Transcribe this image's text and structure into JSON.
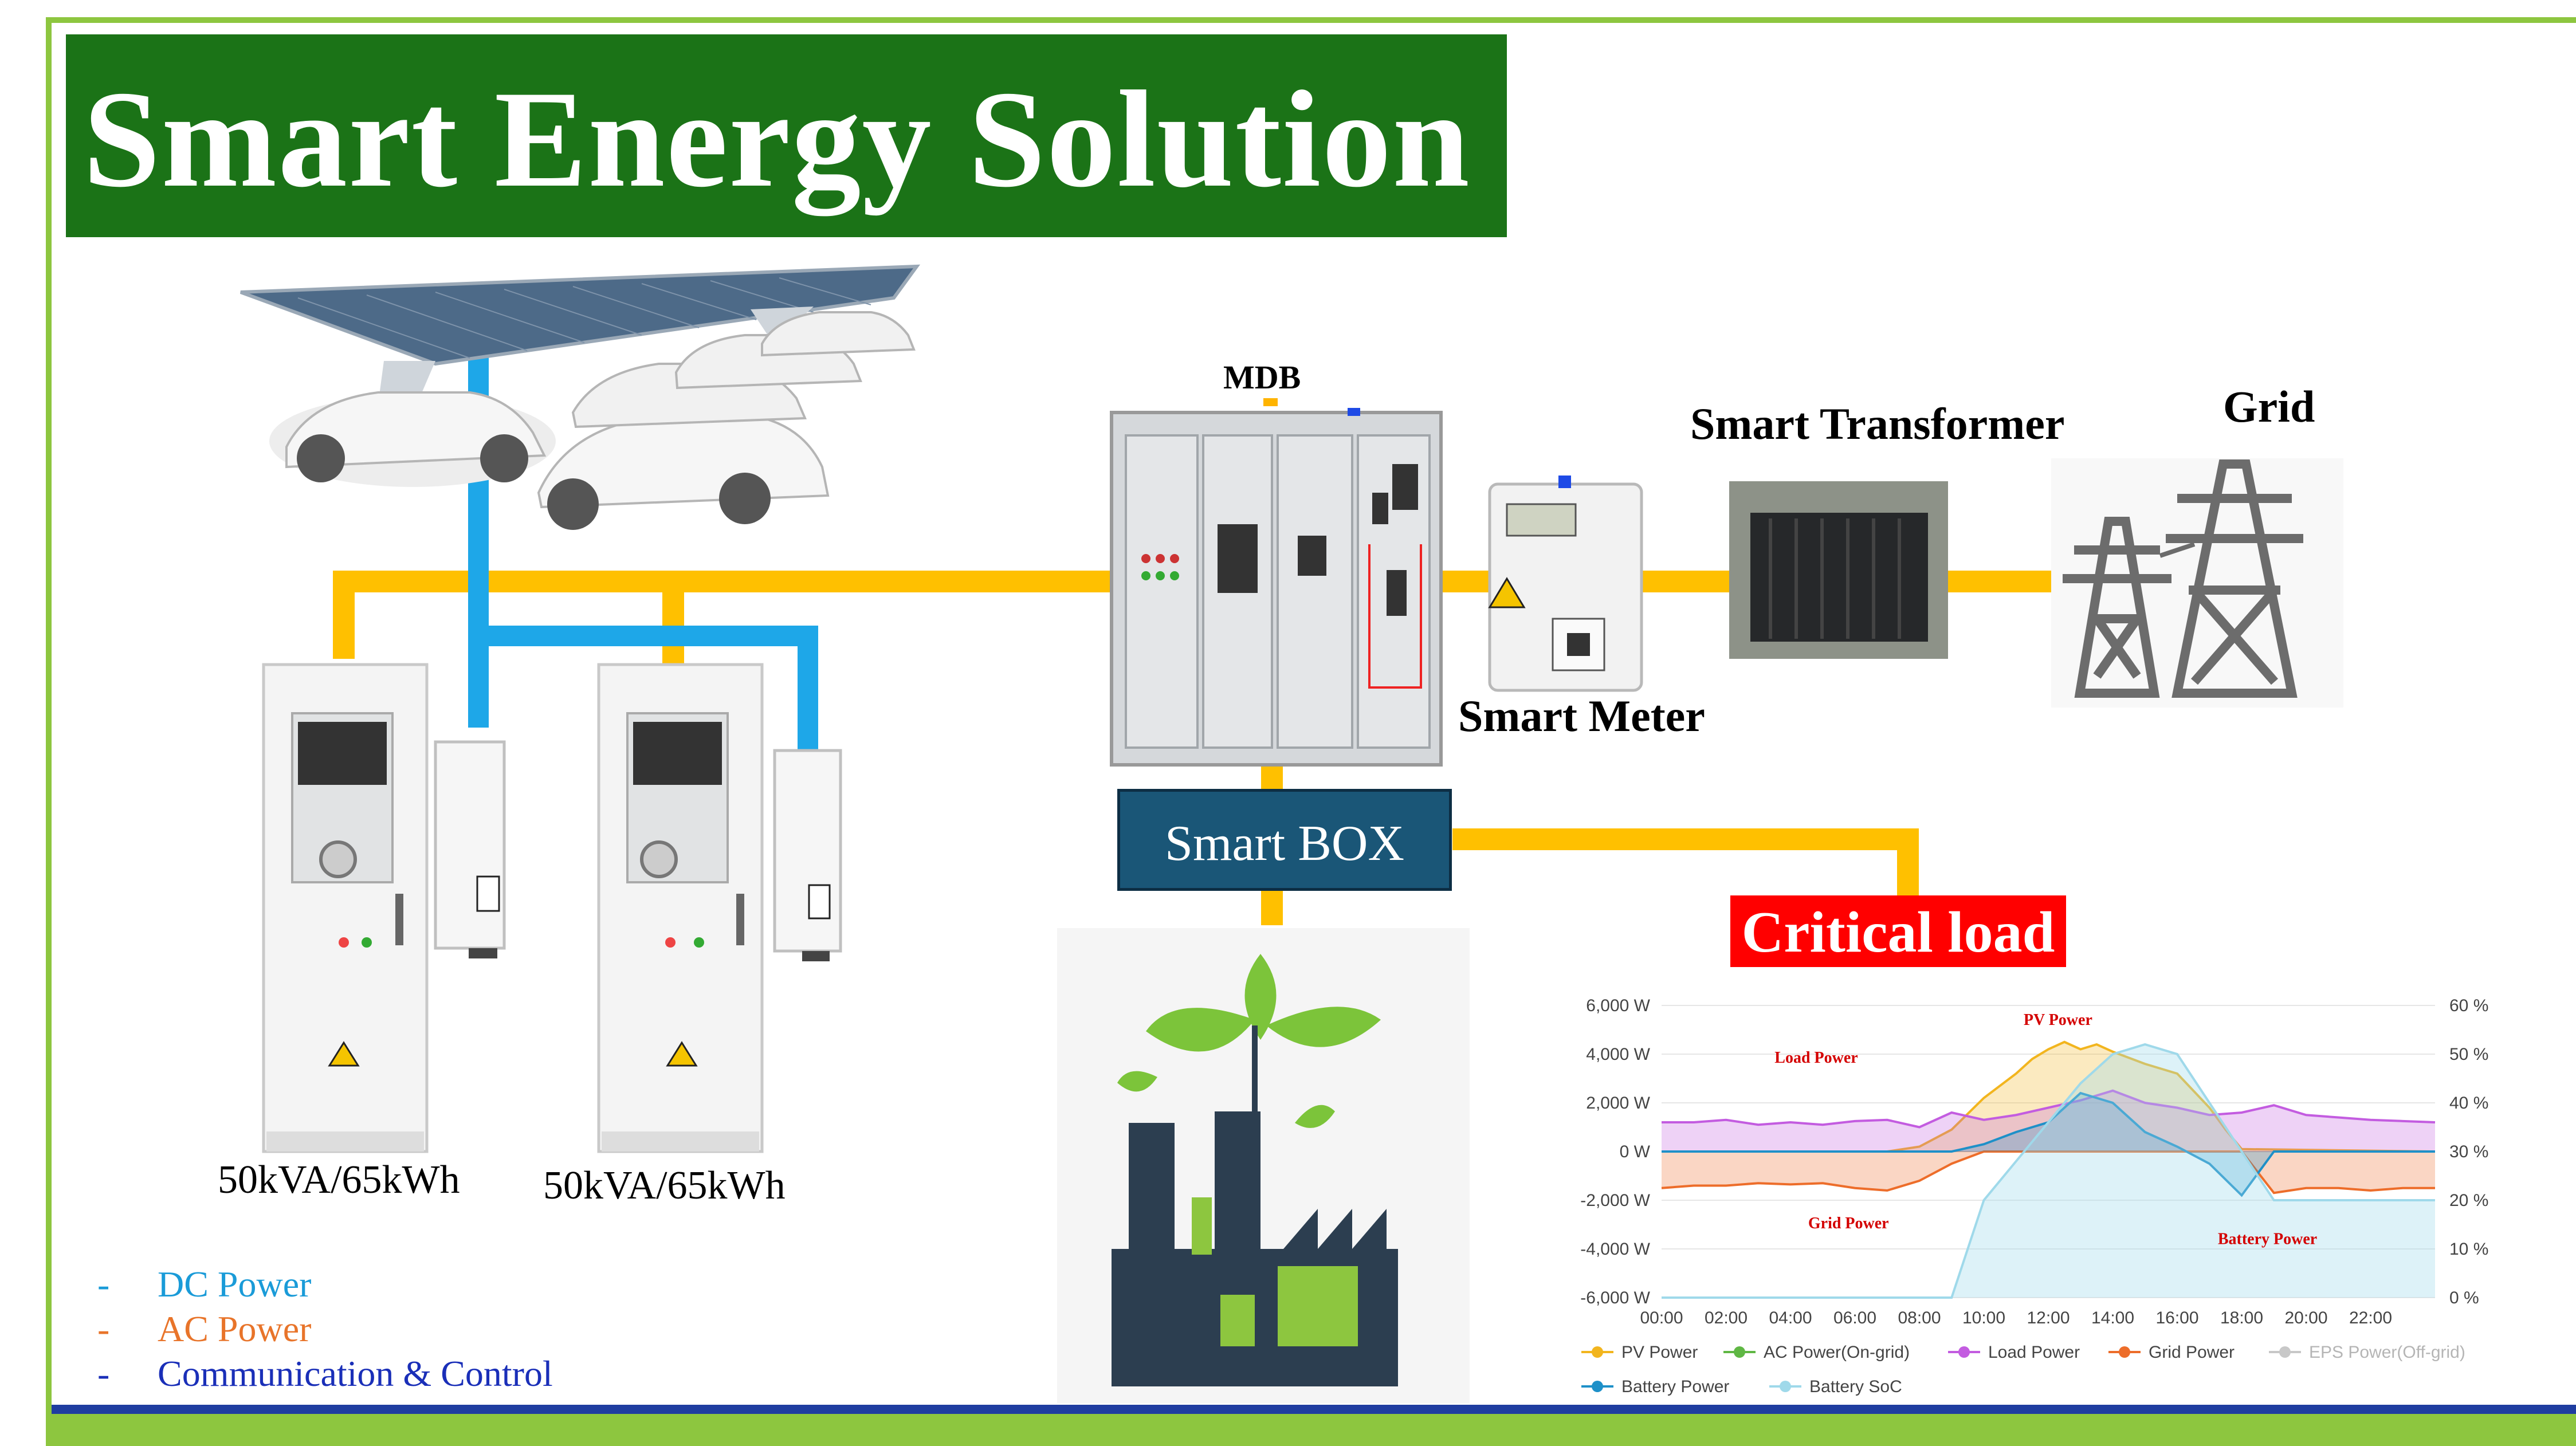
{
  "title": "Smart Energy Solution",
  "labels": {
    "mdb": "MDB",
    "smart_transformer": "Smart Transformer",
    "grid": "Grid",
    "smart_meter": "Smart Meter",
    "smart_box": "Smart BOX",
    "critical_load": "Critical load",
    "inverter_1": "50kVA/65kWh",
    "inverter_2": "50kVA/65kWh"
  },
  "legend": {
    "items": [
      {
        "dash": "-",
        "label": "DC Power",
        "color": "#1a9bd8"
      },
      {
        "dash": "-",
        "label": "AC Power",
        "color": "#e8742a"
      },
      {
        "dash": "-",
        "label": "Communication & Control",
        "color": "#1a2fb8"
      }
    ]
  },
  "colors": {
    "title_bg": "#1b7317",
    "frame": "#8dc63f",
    "ac_line": "#ffc000",
    "dc_line": "#1ea7e8",
    "smart_box_bg": "#1a5677",
    "critical_bg": "#ff0000"
  },
  "chart_data": {
    "type": "line",
    "x_ticks": [
      "00:00",
      "02:00",
      "04:00",
      "06:00",
      "08:00",
      "10:00",
      "12:00",
      "14:00",
      "16:00",
      "18:00",
      "20:00",
      "22:00"
    ],
    "y_left_ticks": [
      "6,000 W",
      "4,000 W",
      "2,000 W",
      "0 W",
      "-2,000 W",
      "-4,000 W",
      "-6,000 W"
    ],
    "y_right_ticks": [
      "60 %",
      "50 %",
      "40 %",
      "30 %",
      "20 %",
      "10 %",
      "0 %"
    ],
    "ylim_left": [
      -6000,
      6000
    ],
    "ylim_right": [
      0,
      60
    ],
    "annotations": [
      {
        "text": "PV Power",
        "x": 12.3,
        "y": 5200
      },
      {
        "text": "Load Power",
        "x": 4.8,
        "y": 3650
      },
      {
        "text": "Grid Power",
        "x": 5.8,
        "y": -3150
      },
      {
        "text": "Battery Power",
        "x": 18.8,
        "y": -3800
      }
    ],
    "legend": [
      {
        "name": "PV Power",
        "color": "#f2b51e"
      },
      {
        "name": "AC Power(On-grid)",
        "color": "#5fb744"
      },
      {
        "name": "Load Power",
        "color": "#c35ce0"
      },
      {
        "name": "Grid Power",
        "color": "#ed6d2a"
      },
      {
        "name": "EPS Power(Off-grid)",
        "color": "#c8c8c8"
      },
      {
        "name": "Battery Power",
        "color": "#1e90c8"
      },
      {
        "name": "Battery SoC",
        "color": "#9fd9ea"
      }
    ],
    "series": [
      {
        "name": "PV Power",
        "x": [
          0,
          7,
          8,
          9,
          10,
          11,
          11.5,
          12,
          12.5,
          13,
          13.5,
          14,
          15,
          16,
          17,
          17.5,
          18,
          24
        ],
        "values": [
          0,
          0,
          200,
          900,
          2200,
          3200,
          3800,
          4200,
          4500,
          4200,
          4400,
          4100,
          3600,
          3200,
          1800,
          900,
          100,
          0
        ]
      },
      {
        "name": "Load Power",
        "x": [
          0,
          1,
          2,
          3,
          4,
          5,
          6,
          7,
          8,
          9,
          10,
          11,
          12,
          13,
          14,
          15,
          16,
          17,
          18,
          19,
          20,
          21,
          22,
          23,
          24
        ],
        "values": [
          1200,
          1200,
          1300,
          1100,
          1200,
          1100,
          1250,
          1300,
          1000,
          1600,
          1300,
          1500,
          1800,
          2100,
          2500,
          2000,
          1800,
          1500,
          1600,
          1900,
          1500,
          1400,
          1300,
          1250,
          1200
        ]
      },
      {
        "name": "Grid Power",
        "x": [
          0,
          1,
          2,
          3,
          4,
          5,
          6,
          7,
          8,
          9,
          10,
          11,
          12,
          13,
          14,
          15,
          16,
          17,
          18,
          19,
          20,
          21,
          22,
          23,
          24
        ],
        "values": [
          -1500,
          -1400,
          -1400,
          -1300,
          -1350,
          -1300,
          -1500,
          -1600,
          -1200,
          -500,
          0,
          0,
          0,
          0,
          0,
          0,
          0,
          0,
          0,
          -1700,
          -1500,
          -1500,
          -1600,
          -1500,
          -1500
        ]
      },
      {
        "name": "Battery Power",
        "x": [
          0,
          9,
          10,
          11,
          12,
          13,
          14,
          15,
          16,
          17,
          18,
          19,
          24
        ],
        "values": [
          0,
          0,
          300,
          800,
          1200,
          2400,
          2000,
          800,
          200,
          -500,
          -1800,
          0,
          0
        ]
      },
      {
        "name": "Battery SoC",
        "x": [
          0,
          9,
          10,
          11,
          12,
          13,
          14,
          15,
          16,
          17,
          18,
          19,
          24
        ],
        "values": [
          0,
          0,
          20,
          28,
          36,
          44,
          50,
          52,
          50,
          40,
          30,
          20,
          20
        ]
      }
    ]
  }
}
